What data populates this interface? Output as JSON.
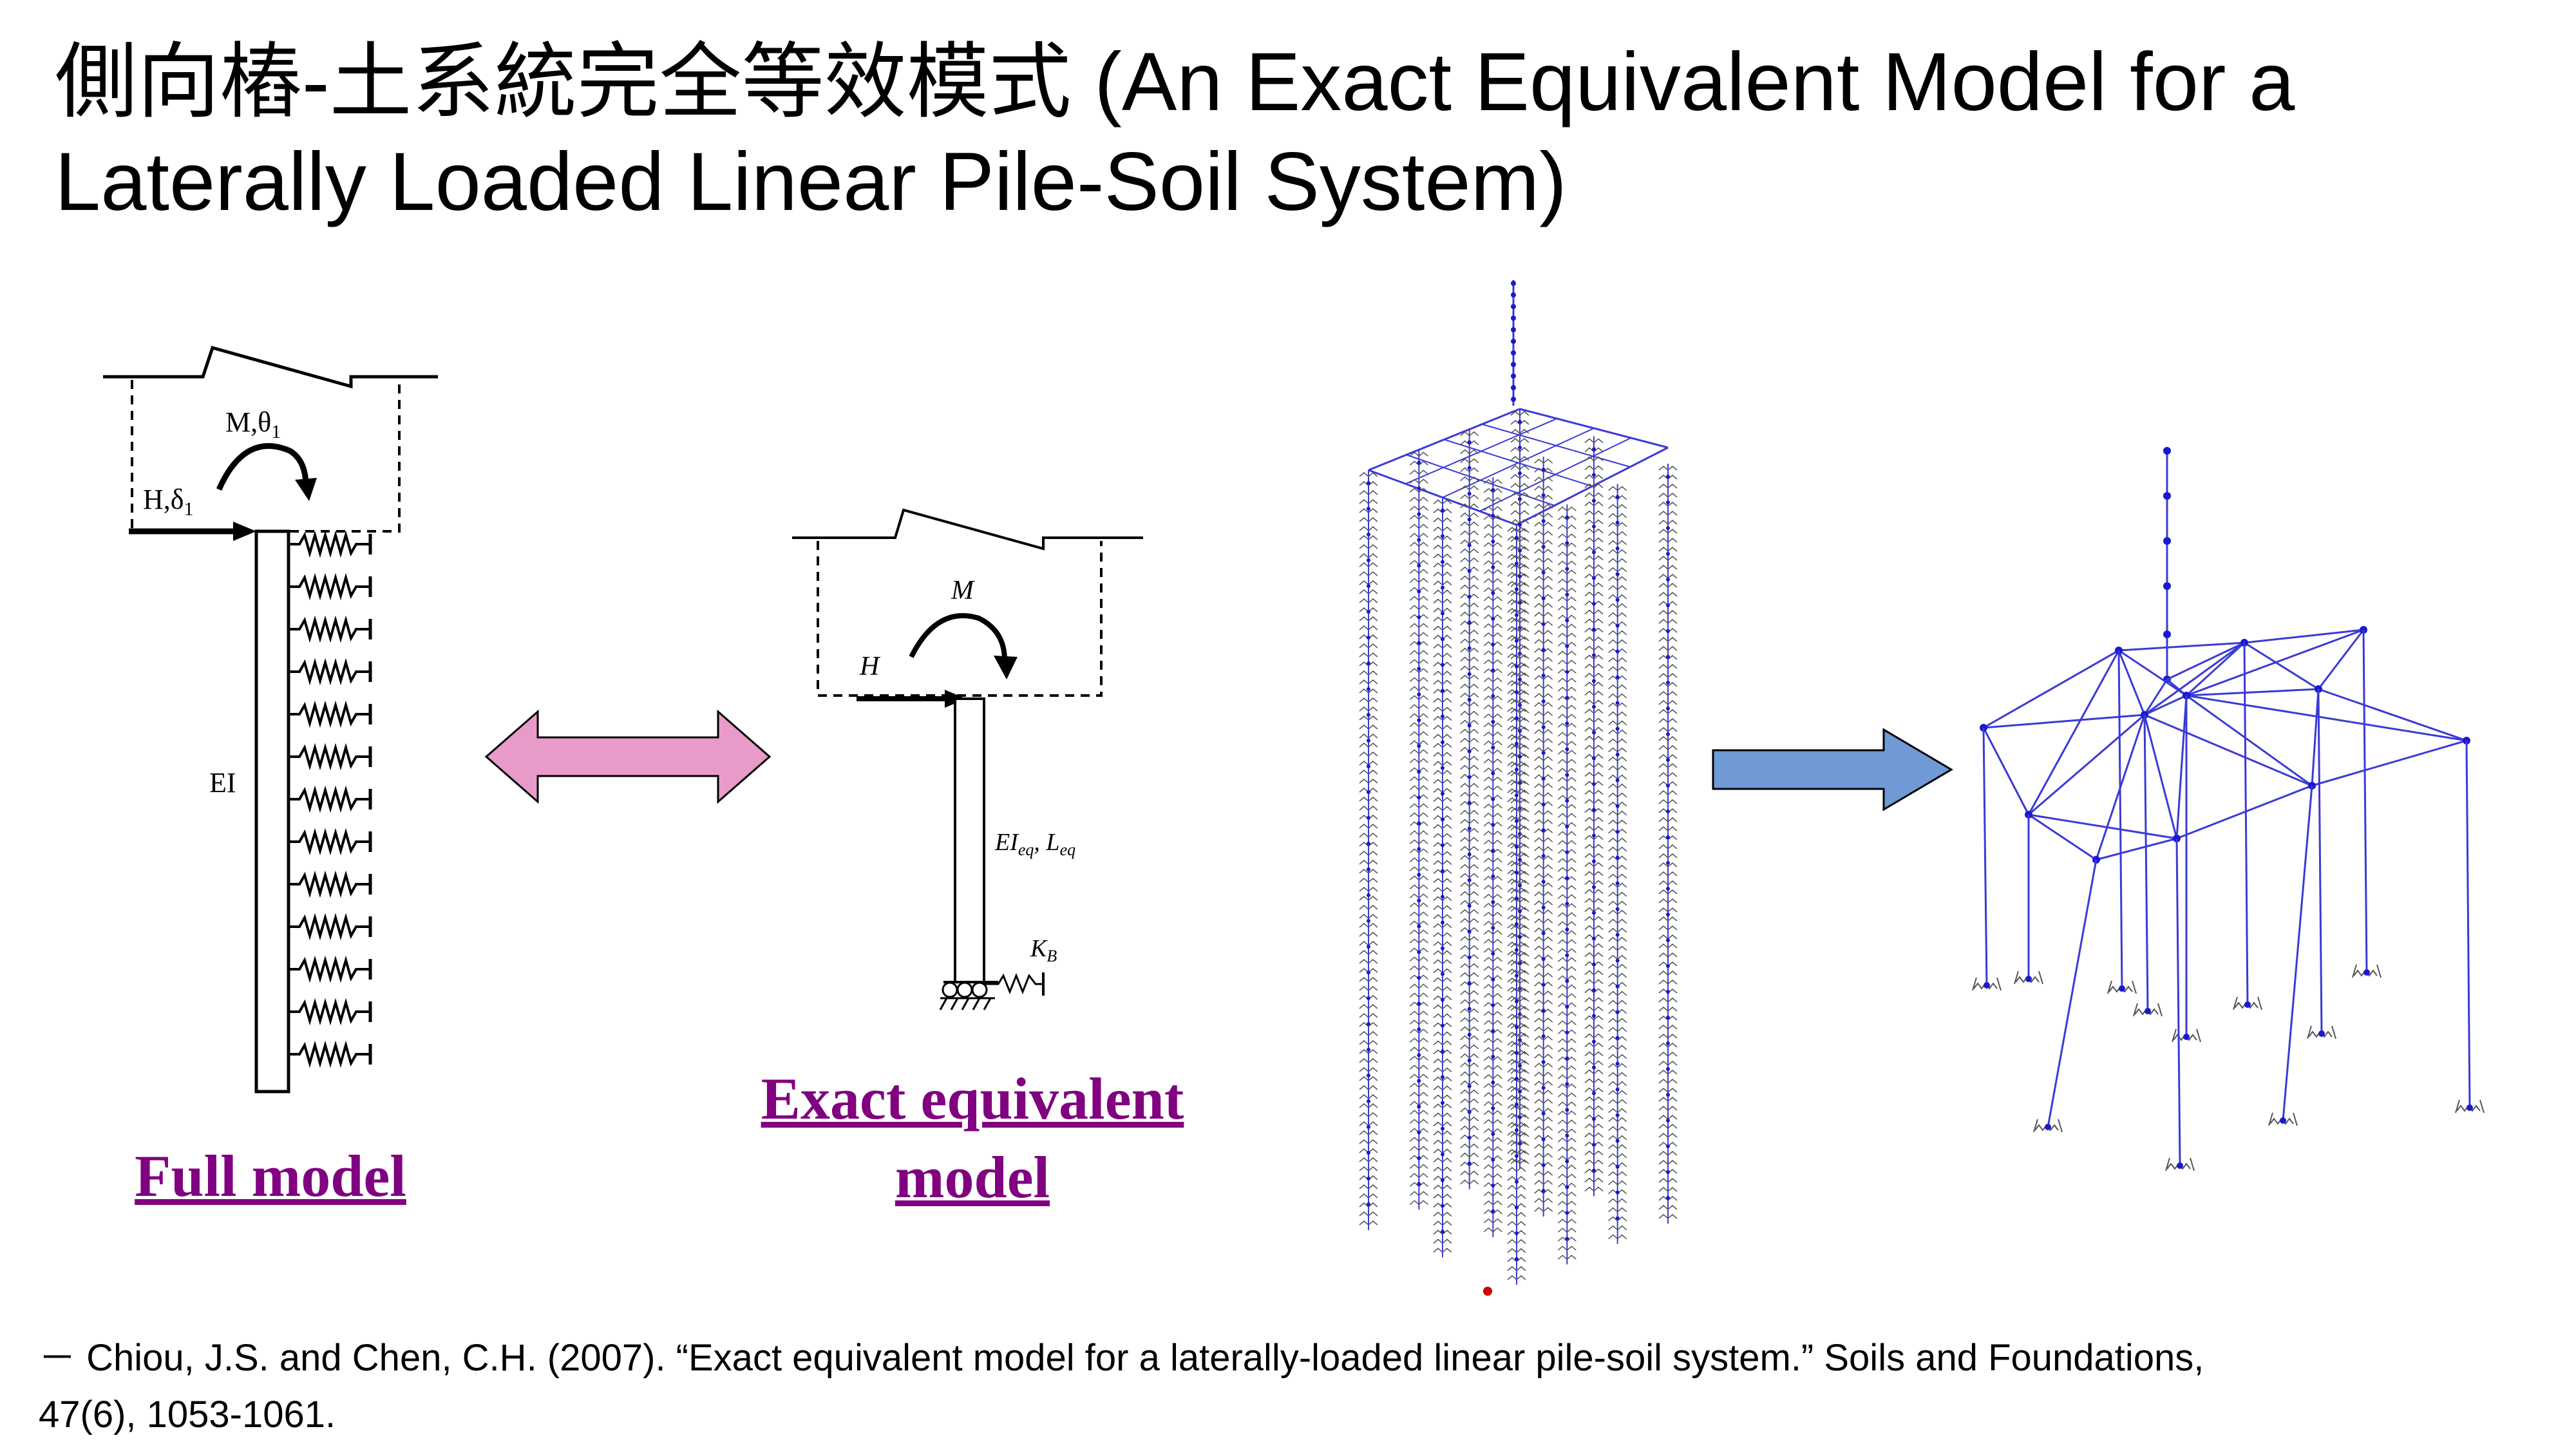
{
  "slide": {
    "title_line1": "側向樁-土系統完全等效模式 (An Exact Equivalent Model for a",
    "title_line2": "Laterally Loaded Linear Pile-Soil System)"
  },
  "full_model": {
    "caption": "Full model",
    "label_moment": "M,θ",
    "label_moment_sub": "1",
    "label_force": "H,δ",
    "label_force_sub": "1",
    "label_ei": "EI"
  },
  "equivalent_model": {
    "caption_line1": "Exact equivalent",
    "caption_line2": "model",
    "label_moment": "M",
    "label_force": "H",
    "label_ei_main": "EI",
    "label_ei_sub": "eq",
    "label_sep": ", L",
    "label_l_sub": "eq",
    "label_kb_main": "K",
    "label_kb_sub": "B"
  },
  "arrows": {
    "double_arrow_color": "#e89bc8",
    "right_arrow_color": "#6f9ad6"
  },
  "structure": {
    "line_color": "#3a3ad6",
    "node_color": "#1a1acc",
    "spring_color": "#555555"
  },
  "reference": {
    "line1": "－ Chiou, J.S. and Chen, C.H. (2007). “Exact equivalent model for a laterally-loaded linear pile-soil system.” Soils and Foundations,",
    "line2": "47(6), 1053-1061."
  }
}
